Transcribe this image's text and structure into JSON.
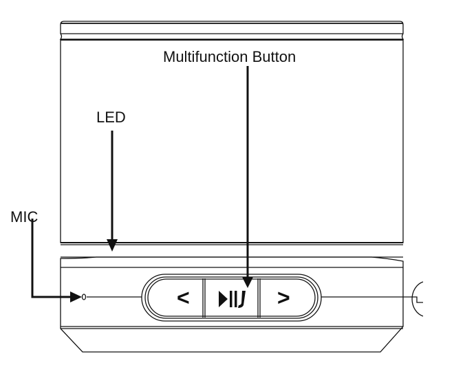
{
  "labels": {
    "multifunction": "Multifunction Button",
    "led": "LED",
    "mic": "MIC"
  },
  "buttons": {
    "prev": "<",
    "next": ">"
  },
  "colors": {
    "line": "#111111",
    "background": "#ffffff"
  }
}
